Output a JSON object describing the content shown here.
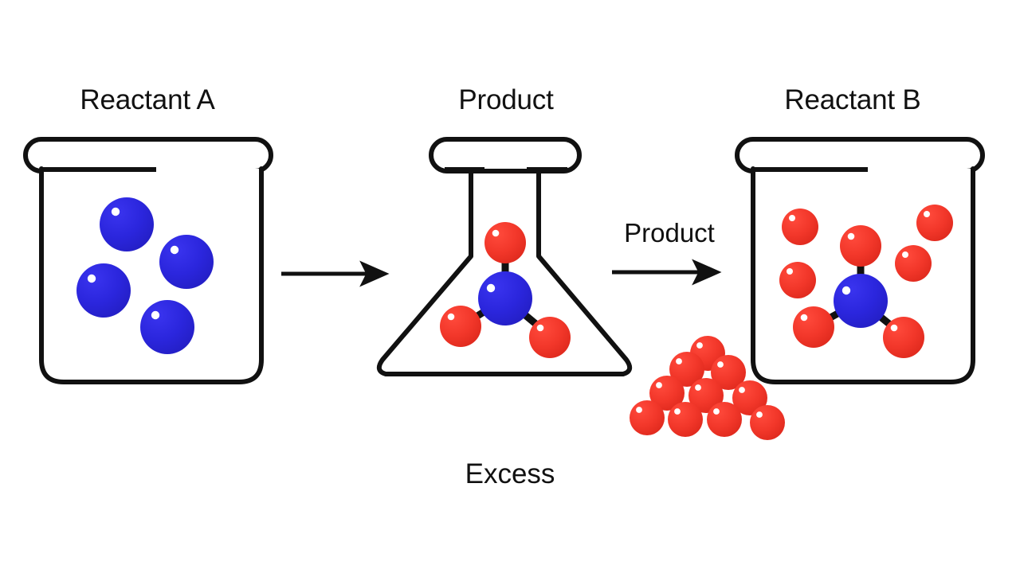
{
  "diagram": {
    "type": "limiting-reagent-chemistry-diagram",
    "background_color": "#ffffff",
    "stroke_color": "#111111",
    "colors": {
      "reactant_a_atom": "#2B26DD",
      "reactant_b_atom": "#F2372A",
      "highlight": "#ffffff",
      "outline": "#111111"
    },
    "labels": {
      "reactant_a": "Reactant A",
      "product_title": "Product",
      "reactant_b": "Reactant B",
      "arrow_product": "Product",
      "excess": "Excess"
    },
    "vessels": [
      {
        "id": "beaker-left",
        "kind": "beaker",
        "label": "Reactant A",
        "contents": "4 blue atoms",
        "atom_color": "#2B26DD",
        "atom_count": 4
      },
      {
        "id": "flask-middle",
        "kind": "erlenmeyer-flask",
        "label": "Product",
        "contents": "1 blue atom bonded to 3 red atoms",
        "molecule": {
          "center_color": "#2B26DD",
          "bonded_color": "#F2372A",
          "bond_count": 3
        }
      },
      {
        "id": "beaker-right",
        "kind": "beaker",
        "label": "Reactant B",
        "contents": "1 blue atom bonded to 3 red atoms plus 4 free red atoms",
        "free_atom_color": "#F2372A",
        "free_atom_count": 4,
        "molecule": {
          "center_color": "#2B26DD",
          "bonded_color": "#F2372A",
          "bond_count": 3
        }
      }
    ],
    "arrows": [
      {
        "id": "arrow-1",
        "label": "",
        "from": "beaker-left",
        "to": "flask-middle"
      },
      {
        "id": "arrow-2",
        "label": "Product",
        "from": "flask-middle",
        "to": "beaker-right"
      }
    ],
    "excess_pile": {
      "label": "Excess",
      "atom_color": "#F2372A",
      "atom_count": 10,
      "rows": [
        1,
        2,
        3,
        4
      ]
    }
  },
  "chart_data": {
    "type": "diagram",
    "title": "Limiting Reagent / Excess Reactant Diagram",
    "annotations": [
      "Reactant A",
      "Product",
      "Reactant B",
      "Product",
      "Excess"
    ],
    "series": [
      {
        "name": "Reactant A atoms (blue, beaker left)",
        "values": [
          4
        ]
      },
      {
        "name": "Product molecule atoms (flask, 1 blue + 3 red)",
        "values": [
          4
        ]
      },
      {
        "name": "Reactant B free atoms (red, beaker right)",
        "values": [
          4
        ]
      },
      {
        "name": "Excess atoms (red pile)",
        "values": [
          10
        ]
      }
    ]
  }
}
